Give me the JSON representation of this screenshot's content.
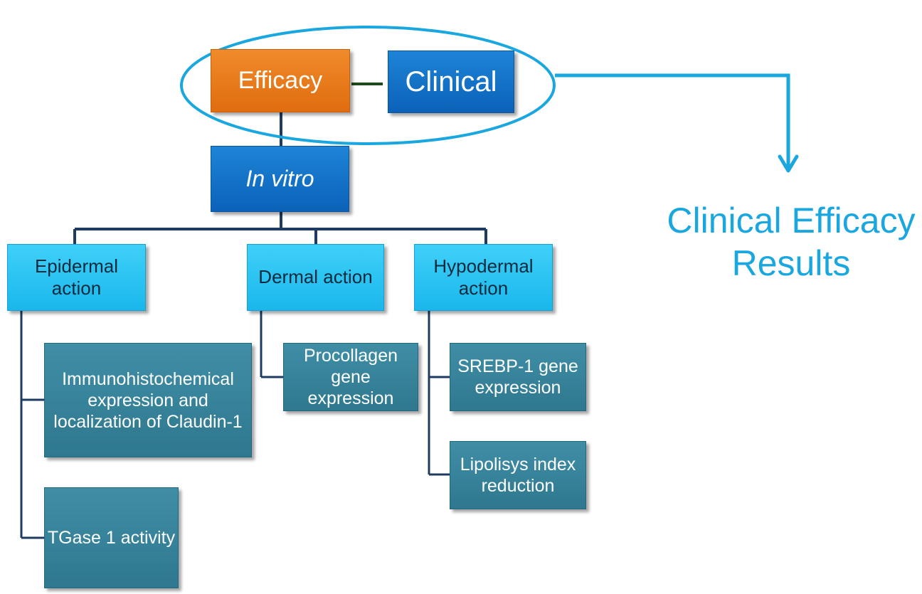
{
  "nodes": {
    "efficacy": "Efficacy",
    "clinical": "Clinical",
    "in_vitro": "In vitro",
    "epidermal": "Epidermal\naction",
    "dermal": "Dermal action",
    "hypodermal": "Hypodermal\naction",
    "claudin": "Immunohistochemical\nexpression and\nlocalization of Claudin-1",
    "tgase": "TGase 1 activity",
    "procollagen": "Procollagen\ngene\nexpression",
    "srebp": "SREBP-1 gene\nexpression",
    "lipolisys": "Lipolisys index\nreduction"
  },
  "side_label": {
    "line1": "Clinical Efficacy",
    "line2": "Results"
  },
  "colors": {
    "efficacy": "#e8761a",
    "dark_blue": "#0e6cc4",
    "light_blue": "#29c3f2",
    "teal": "#35819a",
    "connector": "#1f3b63",
    "accent": "#1aa7e0"
  }
}
